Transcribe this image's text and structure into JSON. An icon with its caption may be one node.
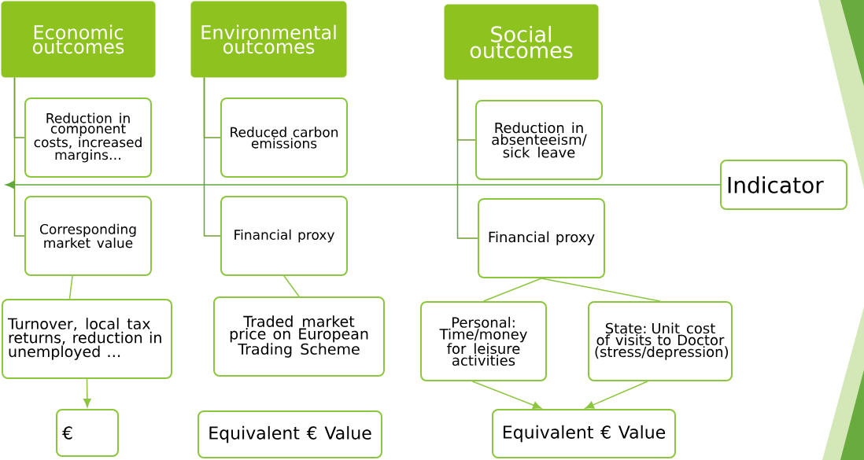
{
  "diagram": {
    "nodes": [
      {
        "text": [
          "Economic outcomes"
        ]
      },
      {
        "text": [
          "Environmental outcomes"
        ]
      },
      {
        "text": [
          "Social outcomes"
        ]
      },
      {
        "text": [
          "Reduction in component costs, increased margins…"
        ]
      },
      {
        "text": [
          "Reduced carbon emissions"
        ]
      },
      {
        "text": [
          "Reduction in absenteeism/ sick leave"
        ]
      },
      {
        "text": [
          "Indicator"
        ]
      },
      {
        "text": [
          "Corresponding market value"
        ]
      },
      {
        "text": [
          "Financial proxy"
        ]
      },
      {
        "text": [
          "Financial proxy"
        ]
      },
      {
        "text": [
          "Turnover, local tax returns, reduction in unemployed …"
        ]
      },
      {
        "text": [
          "Traded market price on European Trading Scheme"
        ]
      },
      {
        "text": [
          "Personal: Time/money for leisure activities"
        ]
      },
      {
        "text": [
          "State: Unit cost of visits to Doctor (stress/depression)"
        ]
      },
      {
        "text": [
          "€"
        ]
      },
      {
        "text": [
          "Equivalent € Value"
        ]
      },
      {
        "text": [
          "Equivalent € Value"
        ]
      }
    ],
    "edges": [
      {
        "from": 0,
        "to": 3,
        "arrow": "none",
        "color": "#6f9f2e"
      },
      {
        "from": 0,
        "to": 7,
        "arrow": "none",
        "color": "#6f9f2e"
      },
      {
        "from": 1,
        "to": 4,
        "arrow": "none",
        "color": "#6f9f2e"
      },
      {
        "from": 1,
        "to": 8,
        "arrow": "none",
        "color": "#6f9f2e"
      },
      {
        "from": 2,
        "to": 5,
        "arrow": "none",
        "color": "#6f9f2e"
      },
      {
        "from": 2,
        "to": 9,
        "arrow": "none",
        "color": "#6f9f2e"
      },
      {
        "from": 6,
        "to": null,
        "arrow": "to",
        "color": "#5fa83a"
      },
      {
        "from": 7,
        "to": 10,
        "arrow": "none"
      },
      {
        "from": 8,
        "to": 11,
        "arrow": "none"
      },
      {
        "from": 9,
        "to": 12,
        "arrow": "none"
      },
      {
        "from": 9,
        "to": 13,
        "arrow": "none"
      },
      {
        "from": 10,
        "to": 14,
        "arrow": "to"
      },
      {
        "from": 12,
        "to": 16,
        "arrow": "to"
      },
      {
        "from": 13,
        "to": 16,
        "arrow": "to"
      }
    ]
  }
}
